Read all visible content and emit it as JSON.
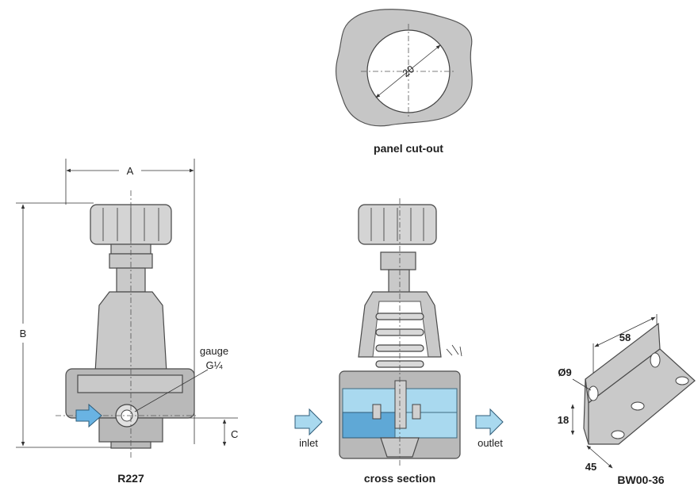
{
  "captions": {
    "panel": "panel cut-out",
    "r227": "R227",
    "cross_section": "cross section",
    "bracket": "BW00-36"
  },
  "panel": {
    "diameter": "20"
  },
  "r227": {
    "dim_a": "A",
    "dim_b": "B",
    "dim_c": "C",
    "gauge_line1": "gauge",
    "gauge_line2": "G¼"
  },
  "cross_section": {
    "inlet": "inlet",
    "outlet": "outlet"
  },
  "bracket": {
    "width": "58",
    "hole": "Ø9",
    "height": "18",
    "depth": "45"
  },
  "colors": {
    "arrow_blue": "#69b3e3",
    "chamber_light": "#a9d9ef",
    "chamber_dark": "#5fa8d6"
  }
}
